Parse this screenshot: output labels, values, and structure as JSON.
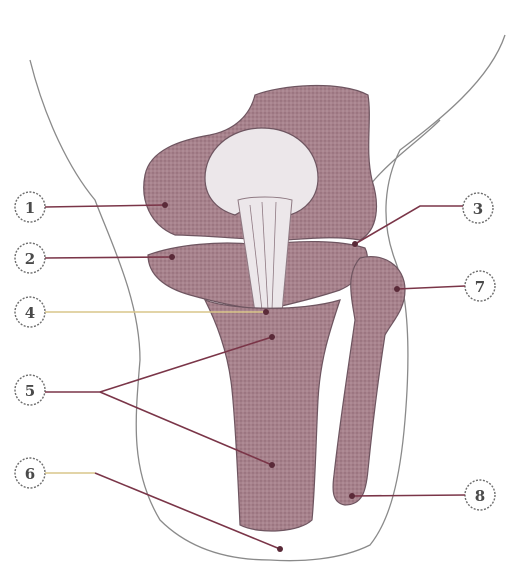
{
  "diagram": {
    "kind": "knee-joint-anatomy",
    "colors": {
      "bone_fill": "#a7828c",
      "bone_stroke": "#6e5560",
      "ligament": "#ece7ea",
      "leader_dark": "#7a3548",
      "leader_light": "#d9c58a"
    },
    "labels": [
      {
        "id": "1",
        "text": "1"
      },
      {
        "id": "2",
        "text": "2"
      },
      {
        "id": "3",
        "text": "3"
      },
      {
        "id": "4",
        "text": "4"
      },
      {
        "id": "5",
        "text": "5"
      },
      {
        "id": "6",
        "text": "6"
      },
      {
        "id": "7",
        "text": "7"
      },
      {
        "id": "8",
        "text": "8"
      }
    ]
  }
}
